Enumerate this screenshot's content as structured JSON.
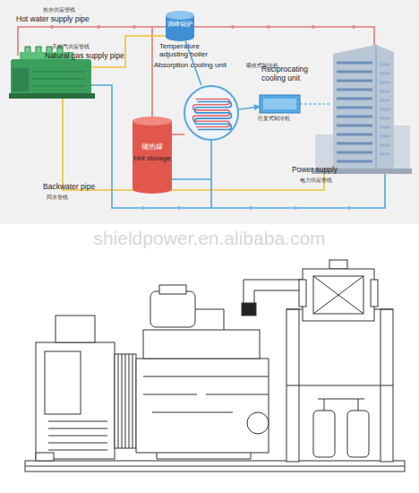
{
  "diagram": {
    "nodes": [
      {
        "text": [
          "调峰锅炉",
          "Temperature adjusting boiler"
        ]
      },
      {
        "text": [
          "Absorption cooling unit",
          "吸收式制冷机"
        ]
      },
      {
        "text": [
          "Reciprocating cooling unit",
          "往复式制冷机"
        ]
      },
      {
        "text": [
          "储热罐",
          "Hot storage"
        ]
      }
    ],
    "edges": [
      {
        "from": 0,
        "to": 1,
        "arrow": "none"
      },
      {
        "from": 1,
        "to": 2,
        "arrow": "to"
      }
    ],
    "labels": [
      "热水供应管线",
      "Hot water supply pipe",
      "天然气供应管线",
      "Natural gas supply pipe",
      "Power supply",
      "电力供应管线",
      "Backwater pipe",
      "回水管线",
      "shieldpower.en.alibaba.com"
    ]
  }
}
